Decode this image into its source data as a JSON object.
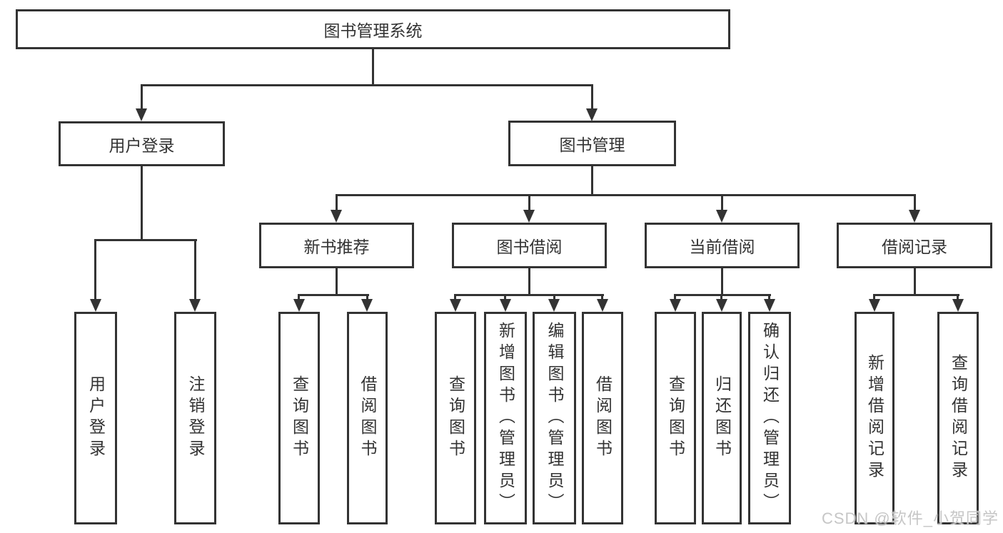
{
  "title": "图书管理系统",
  "watermark": "CSDN @软件_小贺同学",
  "colors": {
    "line": "#333333",
    "text": "#333333",
    "background": "#ffffff",
    "watermark": "#c6c6c6"
  },
  "tree": {
    "label": "图书管理系统",
    "children": [
      {
        "label": "用户登录",
        "children": [
          {
            "label": "用户登录"
          },
          {
            "label": "注销登录"
          }
        ]
      },
      {
        "label": "图书管理",
        "children": [
          {
            "label": "新书推荐",
            "children": [
              {
                "label": "查询图书"
              },
              {
                "label": "借阅图书"
              }
            ]
          },
          {
            "label": "图书借阅",
            "children": [
              {
                "label": "查询图书"
              },
              {
                "label": "新增图书（管理员）"
              },
              {
                "label": "编辑图书（管理员）"
              },
              {
                "label": "借阅图书"
              }
            ]
          },
          {
            "label": "当前借阅",
            "children": [
              {
                "label": "查询图书"
              },
              {
                "label": "归还图书"
              },
              {
                "label": "确认归还（管理员）"
              }
            ]
          },
          {
            "label": "借阅记录",
            "children": [
              {
                "label": "新增借阅记录"
              },
              {
                "label": "查询借阅记录"
              }
            ]
          }
        ]
      }
    ]
  }
}
